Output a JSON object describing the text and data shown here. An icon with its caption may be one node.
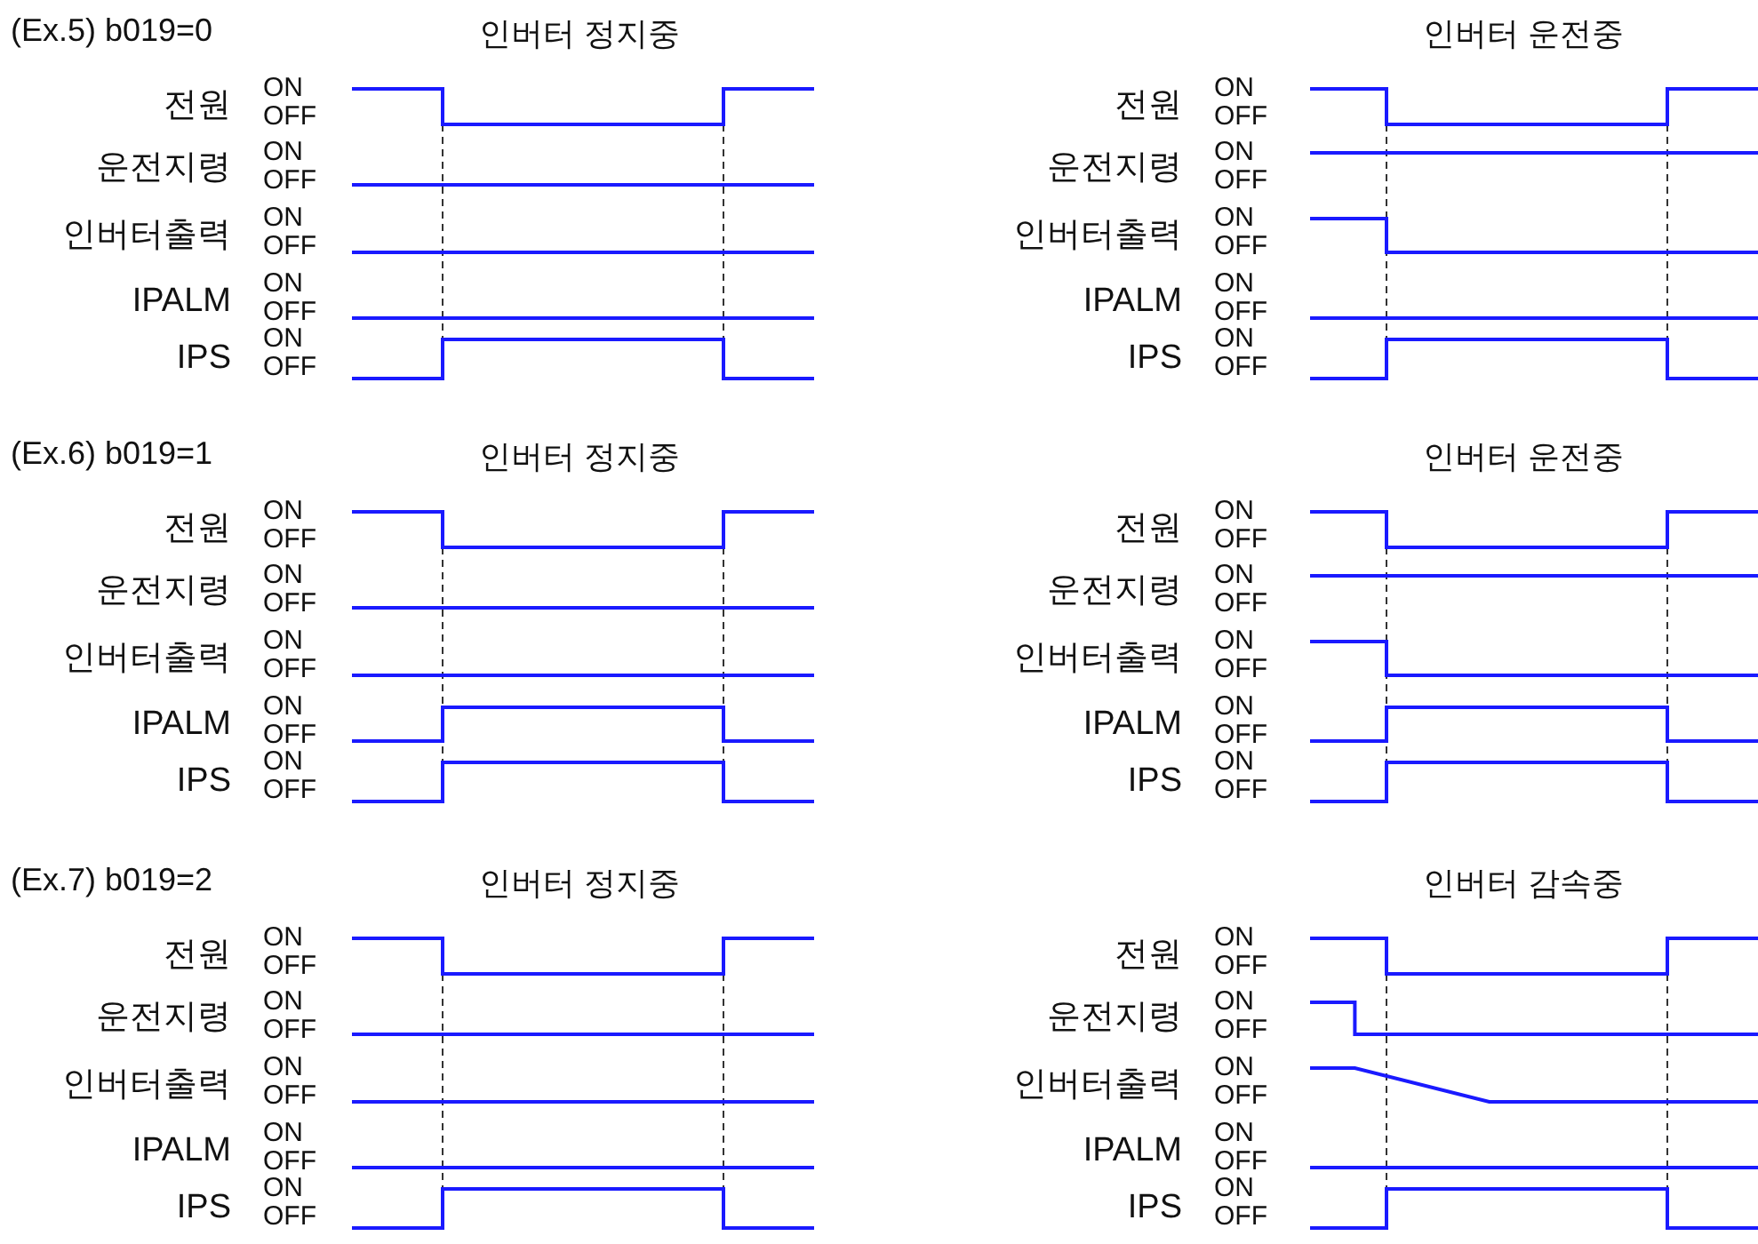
{
  "diagram": {
    "labels": [
      "(Ex.5) b019=0",
      "인버터 정지중",
      "인버터 운전중",
      "전원",
      "ON",
      "OFF",
      "전원",
      "ON",
      "OFF",
      "운전지령",
      "ON",
      "OFF",
      "운전지령",
      "ON",
      "OFF",
      "인버터출력",
      "ON",
      "OFF",
      "인버터출력",
      "ON",
      "OFF",
      "IPALM",
      "ON",
      "OFF",
      "IPALM",
      "ON",
      "OFF",
      "IPS",
      "ON",
      "OFF",
      "IPS",
      "ON",
      "OFF",
      "(Ex.6) b019=1",
      "인버터 정지중",
      "인버터 운전중",
      "전원",
      "ON",
      "OFF",
      "전원",
      "ON",
      "OFF",
      "운전지령",
      "ON",
      "OFF",
      "운전지령",
      "ON",
      "OFF",
      "인버터출력",
      "ON",
      "OFF",
      "인버터출력",
      "ON",
      "OFF",
      "IPALM",
      "ON",
      "OFF",
      "IPALM",
      "ON",
      "OFF",
      "IPS",
      "ON",
      "OFF",
      "IPS",
      "ON",
      "OFF",
      "(Ex.7) b019=2",
      "인버터 정지중",
      "인버터 감속중",
      "전원",
      "ON",
      "OFF",
      "전원",
      "ON",
      "OFF",
      "운전지령",
      "ON",
      "OFF",
      "운전지령",
      "ON",
      "OFF",
      "인버터출력",
      "ON",
      "OFF",
      "인버터출력",
      "ON",
      "OFF",
      "IPALM",
      "ON",
      "OFF",
      "IPALM",
      "ON",
      "OFF",
      "IPS",
      "ON",
      "OFF",
      "IPS",
      "ON",
      "OFF"
    ]
  }
}
